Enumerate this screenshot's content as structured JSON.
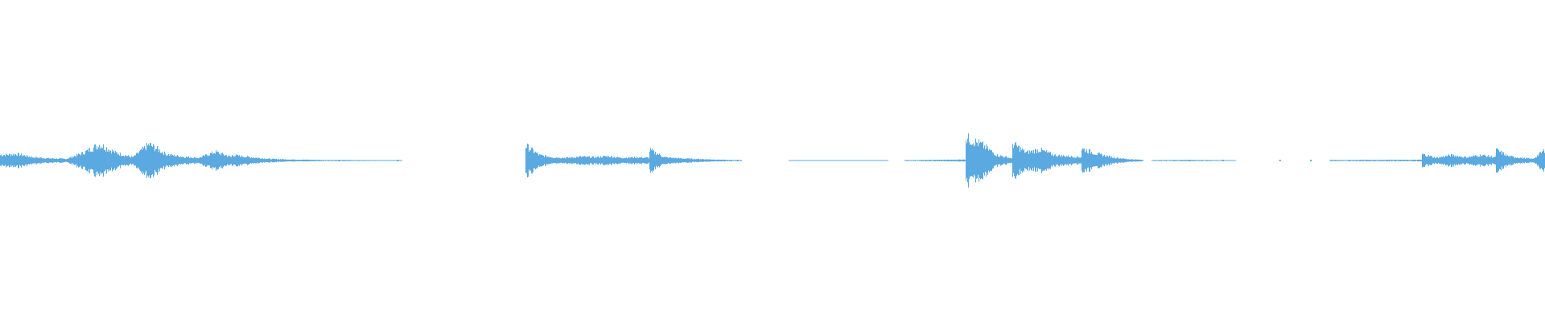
{
  "waveform": {
    "color": "#5aa9e0",
    "background": "#ffffff",
    "segments": [
      {
        "start": 0.0,
        "end": 0.15,
        "peaks": [
          0.1,
          0.12,
          0.06,
          0.04,
          0.03,
          0.14,
          0.3,
          0.14,
          0.06,
          0.3,
          0.12,
          0.07,
          0.05,
          0.16,
          0.06
        ]
      },
      {
        "start": 0.15,
        "end": 0.26,
        "peaks": [
          0.1,
          0.06,
          0.03,
          0.02,
          0.015,
          0.01,
          0.01,
          0.008,
          0.006,
          0.005
        ]
      },
      {
        "start": 0.34,
        "end": 0.42,
        "peaks": [
          0.28,
          0.1,
          0.06,
          0.05,
          0.07,
          0.06,
          0.08,
          0.05,
          0.06,
          0.05
        ]
      },
      {
        "start": 0.42,
        "end": 0.48,
        "peaks": [
          0.2,
          0.06,
          0.04,
          0.03,
          0.02,
          0.012,
          0.008
        ]
      },
      {
        "start": 0.51,
        "end": 0.575,
        "peaks": [
          0.006,
          0.006,
          0.006,
          0.006,
          0.006,
          0.006,
          0.006,
          0.006
        ]
      },
      {
        "start": 0.585,
        "end": 0.625,
        "peaks": [
          0.008,
          0.01,
          0.012,
          0.014,
          0.02
        ]
      },
      {
        "start": 0.625,
        "end": 0.655,
        "peaks": [
          0.42,
          0.3,
          0.1,
          0.04
        ]
      },
      {
        "start": 0.655,
        "end": 0.7,
        "peaks": [
          0.32,
          0.15,
          0.2,
          0.1,
          0.08,
          0.06
        ]
      },
      {
        "start": 0.7,
        "end": 0.74,
        "peaks": [
          0.22,
          0.12,
          0.06,
          0.025,
          0.012
        ]
      },
      {
        "start": 0.745,
        "end": 0.8,
        "peaks": [
          0.008,
          0.01,
          0.012,
          0.01,
          0.008,
          0.006
        ]
      },
      {
        "start": 0.86,
        "end": 0.92,
        "peaks": [
          0.01,
          0.01,
          0.012,
          0.012,
          0.014,
          0.012,
          0.014
        ]
      },
      {
        "start": 0.92,
        "end": 0.968,
        "peaks": [
          0.12,
          0.05,
          0.1,
          0.06,
          0.1,
          0.06
        ]
      },
      {
        "start": 0.968,
        "end": 1.0,
        "peaks": [
          0.2,
          0.08,
          0.05,
          0.03,
          0.2
        ]
      }
    ],
    "dots": [
      0.163,
      0.219,
      0.257,
      0.477,
      0.791,
      0.828,
      0.848
    ]
  }
}
